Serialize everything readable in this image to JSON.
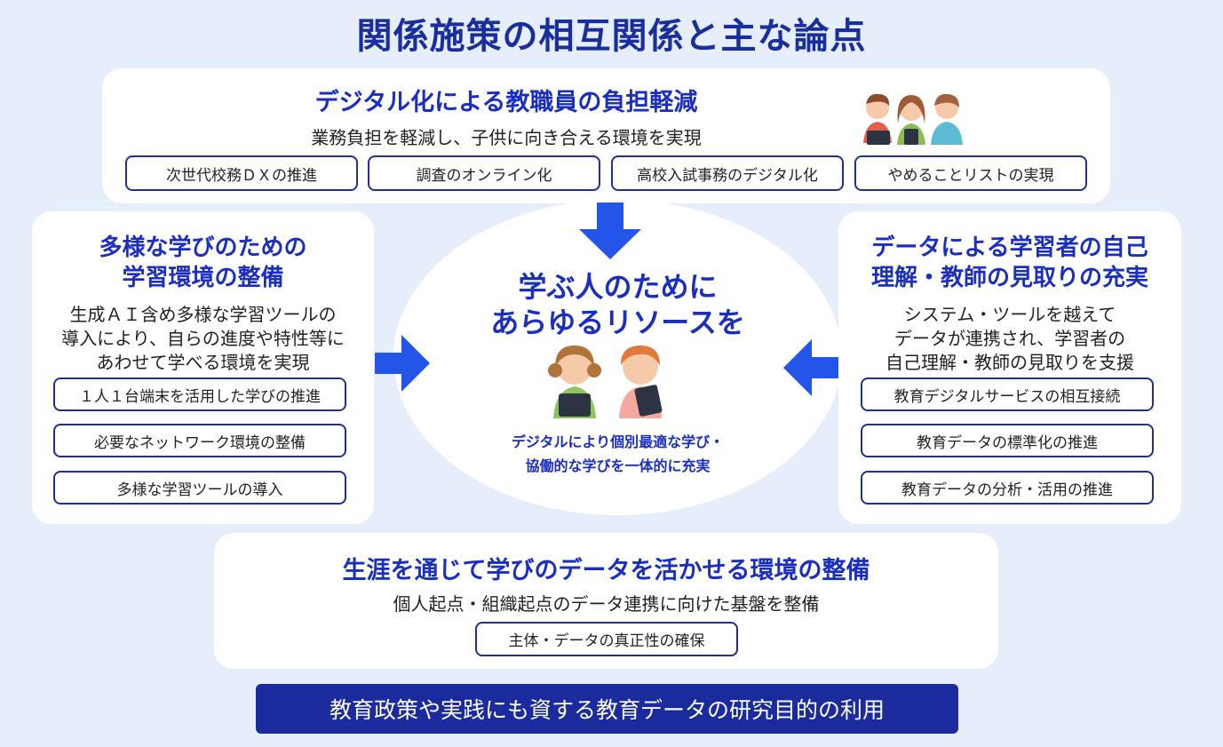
{
  "title": "関係施策の相互関係と主な論点",
  "top": {
    "title": "デジタル化による教職員の負担軽減",
    "subtitle": "業務負担を軽減し、子供に向き合える環境を実現",
    "tags": [
      "次世代校務ＤＸの推進",
      "調査のオンライン化",
      "高校入試事務のデジタル化",
      "やめることリストの実現"
    ]
  },
  "left": {
    "title_line1": "多様な学びのための",
    "title_line2": "学習環境の整備",
    "desc_line1": "生成ＡＩ含め多様な学習ツールの",
    "desc_line2": "導入により、自らの進度や特性等に",
    "desc_line3": "あわせて学べる環境を実現",
    "tags": [
      "１人１台端末を活用した学びの推進",
      "必要なネットワーク環境の整備",
      "多様な学習ツールの導入"
    ]
  },
  "right": {
    "title_line1": "データによる学習者の自己",
    "title_line2": "理解・教師の見取りの充実",
    "desc_line1": "システム・ツールを越えて",
    "desc_line2": "データが連携され、学習者の",
    "desc_line3": "自己理解・教師の見取りを支援",
    "tags": [
      "教育デジタルサービスの相互接続",
      "教育データの標準化の推進",
      "教育データの分析・活用の推進"
    ]
  },
  "center": {
    "title_line1": "学ぶ人のために",
    "title_line2": "あらゆるリソースを",
    "sub_line1": "デジタルにより個別最適な学び・",
    "sub_line2": "協働的な学びを一体的に充実"
  },
  "bottom": {
    "title": "生涯を通じて学びのデータを活かせる環境の整備",
    "subtitle": "個人起点・組織起点のデータ連携に向けた基盤を整備",
    "tags": [
      "主体・データの真正性の確保"
    ]
  },
  "banner": "教育政策や実践にも資する教育データの研究目的の利用",
  "colors": {
    "accent": "#1a2fc2",
    "arrow": "#2356e8",
    "banner": "#1b2a9c",
    "background": "#e6eefb"
  }
}
